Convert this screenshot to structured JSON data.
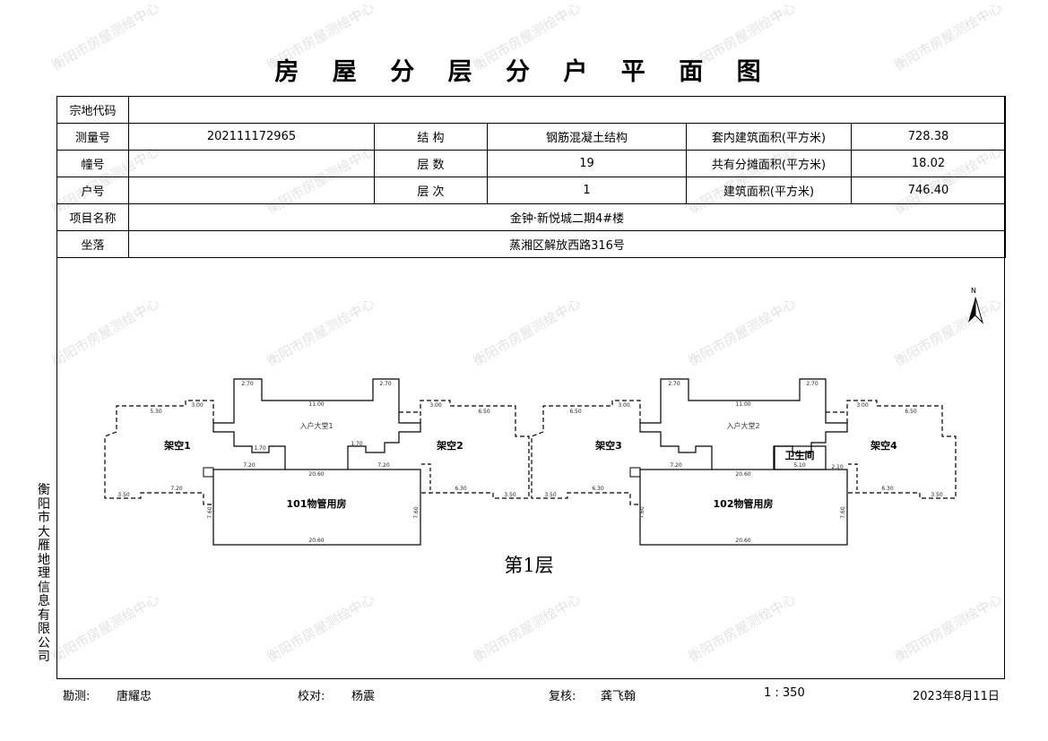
{
  "title": "房 屋 分 层 分 户 平 面 图",
  "watermark": "衡阳市房屋测绘中心",
  "info": {
    "parcel_code_label": "宗地代码",
    "parcel_code": "",
    "survey_no_label": "测量号",
    "survey_no": "202111172965",
    "structure_label": "结  构",
    "structure": "钢筋混凝土结构",
    "inner_area_label": "套内建筑面积(平方米)",
    "inner_area": "728.38",
    "building_no_label": "幢号",
    "building_no": "",
    "floors_label": "层  数",
    "floors": "19",
    "shared_area_label": "共有分摊面积(平方米)",
    "shared_area": "18.02",
    "unit_no_label": "户号",
    "unit_no": "",
    "floor_label": "层  次",
    "floor": "1",
    "total_area_label": "建筑面积(平方米)",
    "total_area": "746.40",
    "project_label": "项目名称",
    "project": "金钟·新悦城二期4#楼",
    "location_label": "坐落",
    "location": "蒸湘区解放西路316号"
  },
  "plan": {
    "north": "N",
    "floor_caption": "第1层",
    "rooms": {
      "k1": "架空1",
      "k2": "架空2",
      "k3": "架空3",
      "k4": "架空4",
      "lobby1": "入户大堂1",
      "lobby2": "入户大堂2",
      "r101": "101物管用房",
      "r102": "102物管用房",
      "wc": "卫生间"
    },
    "dims": {
      "d270": "2.70",
      "d1100": "11.00",
      "d2060": "20.60",
      "d720": "7.20",
      "d300": "3.00",
      "d650": "6.50",
      "d630": "6.30",
      "d350": "3.50",
      "d530": "5.30",
      "d510": "5.10",
      "d210": "2.10",
      "d760": "7.60",
      "d170": "1.70"
    }
  },
  "company": "衡阳市大雁地理信息有限公司",
  "footer": {
    "surveyor_label": "勘测:",
    "surveyor": "唐耀忠",
    "checker_label": "校对:",
    "checker": "杨震",
    "reviewer_label": "复核:",
    "reviewer": "龚飞翰",
    "scale": "1 : 350",
    "date": "2023年8月11日"
  }
}
